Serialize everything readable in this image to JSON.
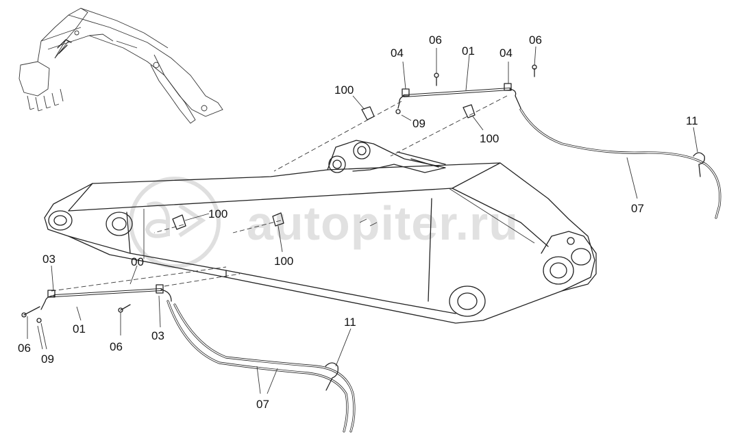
{
  "watermark": {
    "text": "autopiter.ru"
  },
  "callouts": {
    "c06_top_left": "06",
    "c01_top": "01",
    "c04_top_left": "04",
    "c04_top_right": "04",
    "c06_top_right": "06",
    "c100_top_left": "100",
    "c09_top": "09",
    "c100_top_right": "100",
    "c11_right": "11",
    "c07_right": "07",
    "c100_mid_upper": "100",
    "c100_mid_lower": "100",
    "c03_left": "03",
    "c00_left": "00",
    "c01_left": "01",
    "c06_left": "06",
    "c09_left": "09",
    "c06_bottom": "06",
    "c03_bottom": "03",
    "c11_bottom": "11",
    "c07_bottom": "07"
  }
}
